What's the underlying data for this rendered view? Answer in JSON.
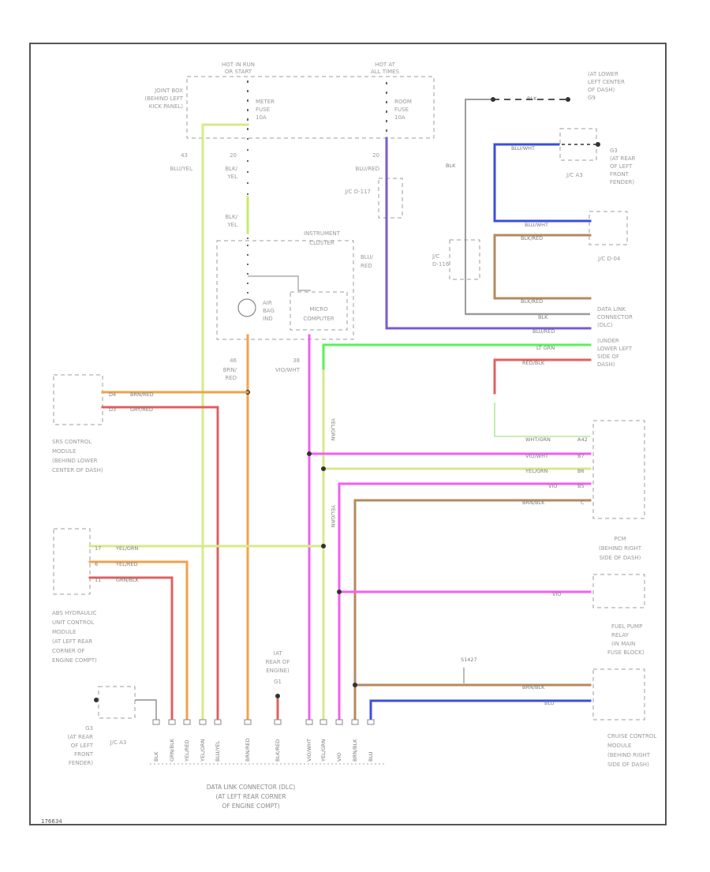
{
  "diagram": {
    "id_code": "176634",
    "colors": {
      "yel_grn": "#d6ea8a",
      "orange": "#f2a24a",
      "violet": "#7a5ad6",
      "blue": "#3a4ee0",
      "brown": "#b48a60",
      "lt_grn": "#57f257",
      "red": "#e06060",
      "pink": "#f25ef2",
      "yel_grn2": "#c6ea6a",
      "gray": "#9c9c9c"
    },
    "fuse_boxes": {
      "hot_in_run": "HOT IN RUN",
      "hot_in_run2": "OR START",
      "hot_at_all": "HOT AT",
      "hot_at_all2": "ALL TIMES",
      "joint_box": [
        "JOINT BOX",
        "(BEHIND LEFT",
        "KICK PANEL)"
      ],
      "meter_fuse": [
        "METER",
        "FUSE",
        "10A"
      ],
      "room_fuse": [
        "ROOM",
        "FUSE",
        "10A"
      ]
    },
    "circuits": {
      "c1": "43",
      "c2": "20",
      "c3": "20",
      "c4": "46",
      "c5": "38",
      "blk_yel1": [
        "BLK/",
        "YEL"
      ],
      "blk_yel2": [
        "BLK/",
        "YEL"
      ],
      "blu_yel": "BLU/YEL",
      "blu_red": "BLU/RED",
      "blu_red2": [
        "BLU/",
        "RED"
      ],
      "jc_d117": "J/C D-117",
      "brn_red": [
        "BRN/",
        "RED"
      ],
      "vio_wht": "VIO/WHT"
    },
    "instrument": {
      "title": "INSTRUMENT",
      "title2": "CLUSTER",
      "airbag": [
        "AIR",
        "BAG",
        "IND"
      ],
      "micro": [
        "MICRO",
        "COMPUTER"
      ]
    },
    "right_top": {
      "ground_loc": [
        "(AT LOWER",
        "LEFT CENTER",
        "OF DASH)",
        "G9"
      ],
      "blk_wire": "BLK",
      "blk_side": "BLK",
      "g3_loc": [
        "G3",
        "(AT REAR",
        "OF LEFT",
        "FRONT",
        "FENDER)"
      ],
      "jc_a3": "J/C A3",
      "jc_d04": "J/C D-04",
      "jc_d116": [
        "J/C",
        "D-116"
      ],
      "blu_wht1": "BLU/WHT",
      "blu_wht2": "BLU/WHT",
      "blk_red1": "BLK/RED",
      "blk_red2": "BLK/RED",
      "blk": "BLK",
      "blu_red3": "BLU/RED",
      "lt_grn": "LT GRN",
      "red_blk": "RED/BLK",
      "dlc_label": [
        "DATA LINK",
        "CONNECTOR",
        "(DLC)",
        "(UNDER",
        "LOWER LEFT",
        "SIDE OF",
        "DASH)"
      ]
    },
    "srs": {
      "pins": [
        "D4",
        "D3"
      ],
      "wires": [
        "BRN/RED",
        "GRY/RED"
      ],
      "label": [
        "SRS CONTROL",
        "MODULE",
        "(BEHIND LOWER",
        "CENTER OF DASH)"
      ]
    },
    "pcm": {
      "wires": [
        "WHT/GRN",
        "VIO/WHT",
        "YEL/GRN",
        "VIO",
        "BRN/BLK"
      ],
      "pins": [
        "A42",
        "B7",
        "B6",
        "B5",
        "C"
      ],
      "label": [
        "PCM",
        "(BEHIND RIGHT",
        "SIDE OF DASH)"
      ],
      "vert_wire": "YEL/GRN",
      "vert_wire2": "YEL/GRN"
    },
    "fuel_pump": {
      "wire": "VIO",
      "label": [
        "FUEL PUMP",
        "RELAY",
        "(IN MAIN",
        "FUSE BLOCK)"
      ]
    },
    "cruise": {
      "splice": "S1427",
      "wires": [
        "BRN/BLK",
        "BLU"
      ],
      "label": [
        "CRUISE CONTROL",
        "MODULE",
        "(BEHIND RIGHT",
        "SIDE OF DASH)"
      ]
    },
    "abs": {
      "pins": [
        "17",
        "6",
        "11"
      ],
      "wires": [
        "YEL/GRN",
        "YEL/RED",
        "GRN/BLK"
      ],
      "label": [
        "ABS HYDRAULIC",
        "UNIT CONTROL",
        "MODULE",
        "(AT LEFT REAR",
        "CORNER OF",
        "ENGINE COMPT)"
      ]
    },
    "bottom": {
      "g_at_rear": [
        "G3",
        "(AT REAR",
        "OF LEFT",
        "FRONT",
        "FENDER)"
      ],
      "jc_a3": "J/C A3",
      "engine_g": [
        "(AT",
        "REAR OF",
        "ENGINE)"
      ],
      "g_label": "G1",
      "dlc_wires": [
        "BLK",
        "GRN/BLK",
        "YEL/RED",
        "YEL/GRN",
        "BLU/YEL",
        "BRN/RED",
        "BLK/RED",
        "VIO/WHT",
        "YEL/GRN",
        "VIO",
        "BRN/BLK",
        "BLU"
      ],
      "dlc_label": [
        "DATA LINK CONNECTOR (DLC)",
        "(AT LEFT REAR CORNER",
        "OF ENGINE COMPT)"
      ]
    }
  }
}
